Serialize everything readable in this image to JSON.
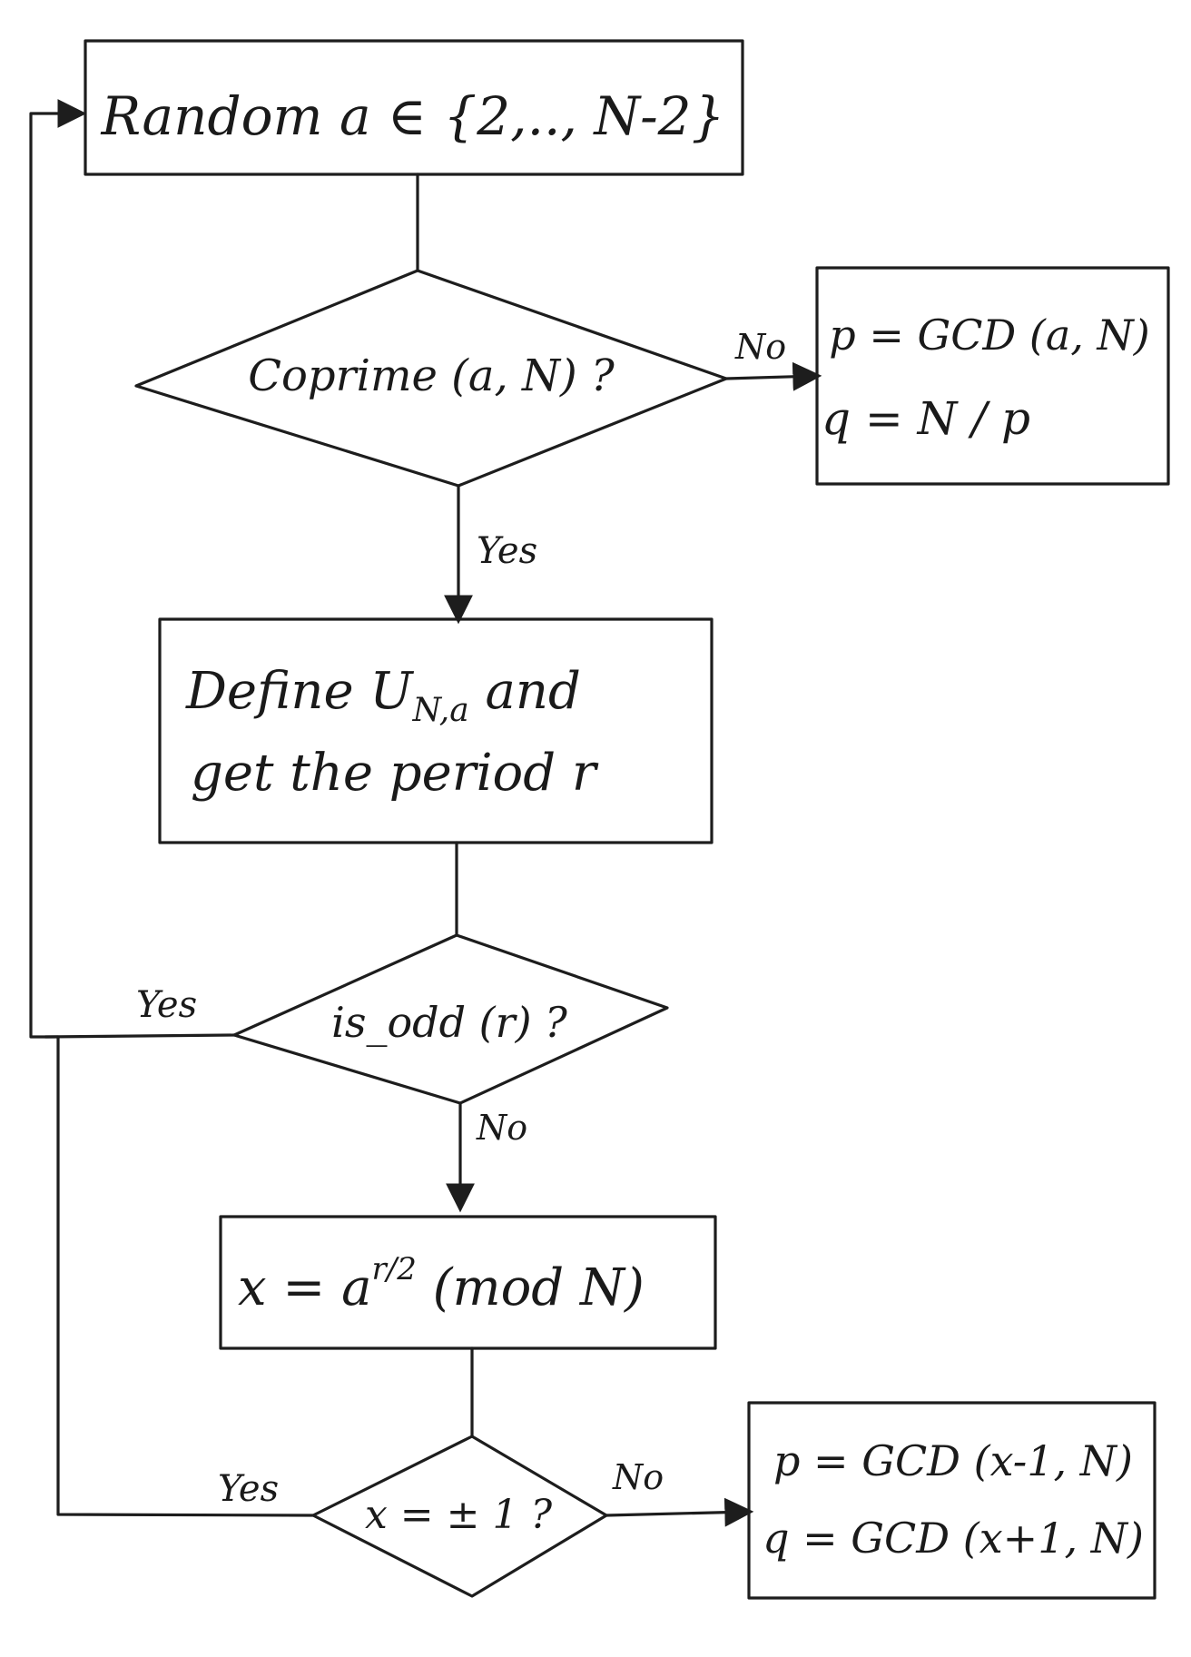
{
  "colors": {
    "process_fill": "#c3f5de",
    "decision_fill": "#f6ec95",
    "result_fill": "#e6e0f0",
    "line": "#1d1d1d"
  },
  "nodes": {
    "random": {
      "text": "Random a ∈ {2,.., N-2}"
    },
    "coprime": {
      "text": "Coprime (a, N) ?"
    },
    "gcd1": {
      "line1": "p = GCD (a, N)",
      "line2": "q = N / p"
    },
    "define": {
      "line1_a": "Define U",
      "line1_sub": "N,a",
      "line1_b": " and",
      "line2": "get the period r"
    },
    "is_odd": {
      "text": "is_odd (r) ?"
    },
    "x_def": {
      "a": "x = a",
      "sup": "r/2",
      "b": " (mod N)"
    },
    "x_check": {
      "text": "x = ± 1 ?"
    },
    "gcd2": {
      "line1": "p = GCD (x-1, N)",
      "line2": "q = GCD (x+1, N)"
    }
  },
  "edge_labels": {
    "coprime_no": "No",
    "coprime_yes": "Yes",
    "odd_yes": "Yes",
    "odd_no": "No",
    "x_yes": "Yes",
    "x_no": "No"
  }
}
